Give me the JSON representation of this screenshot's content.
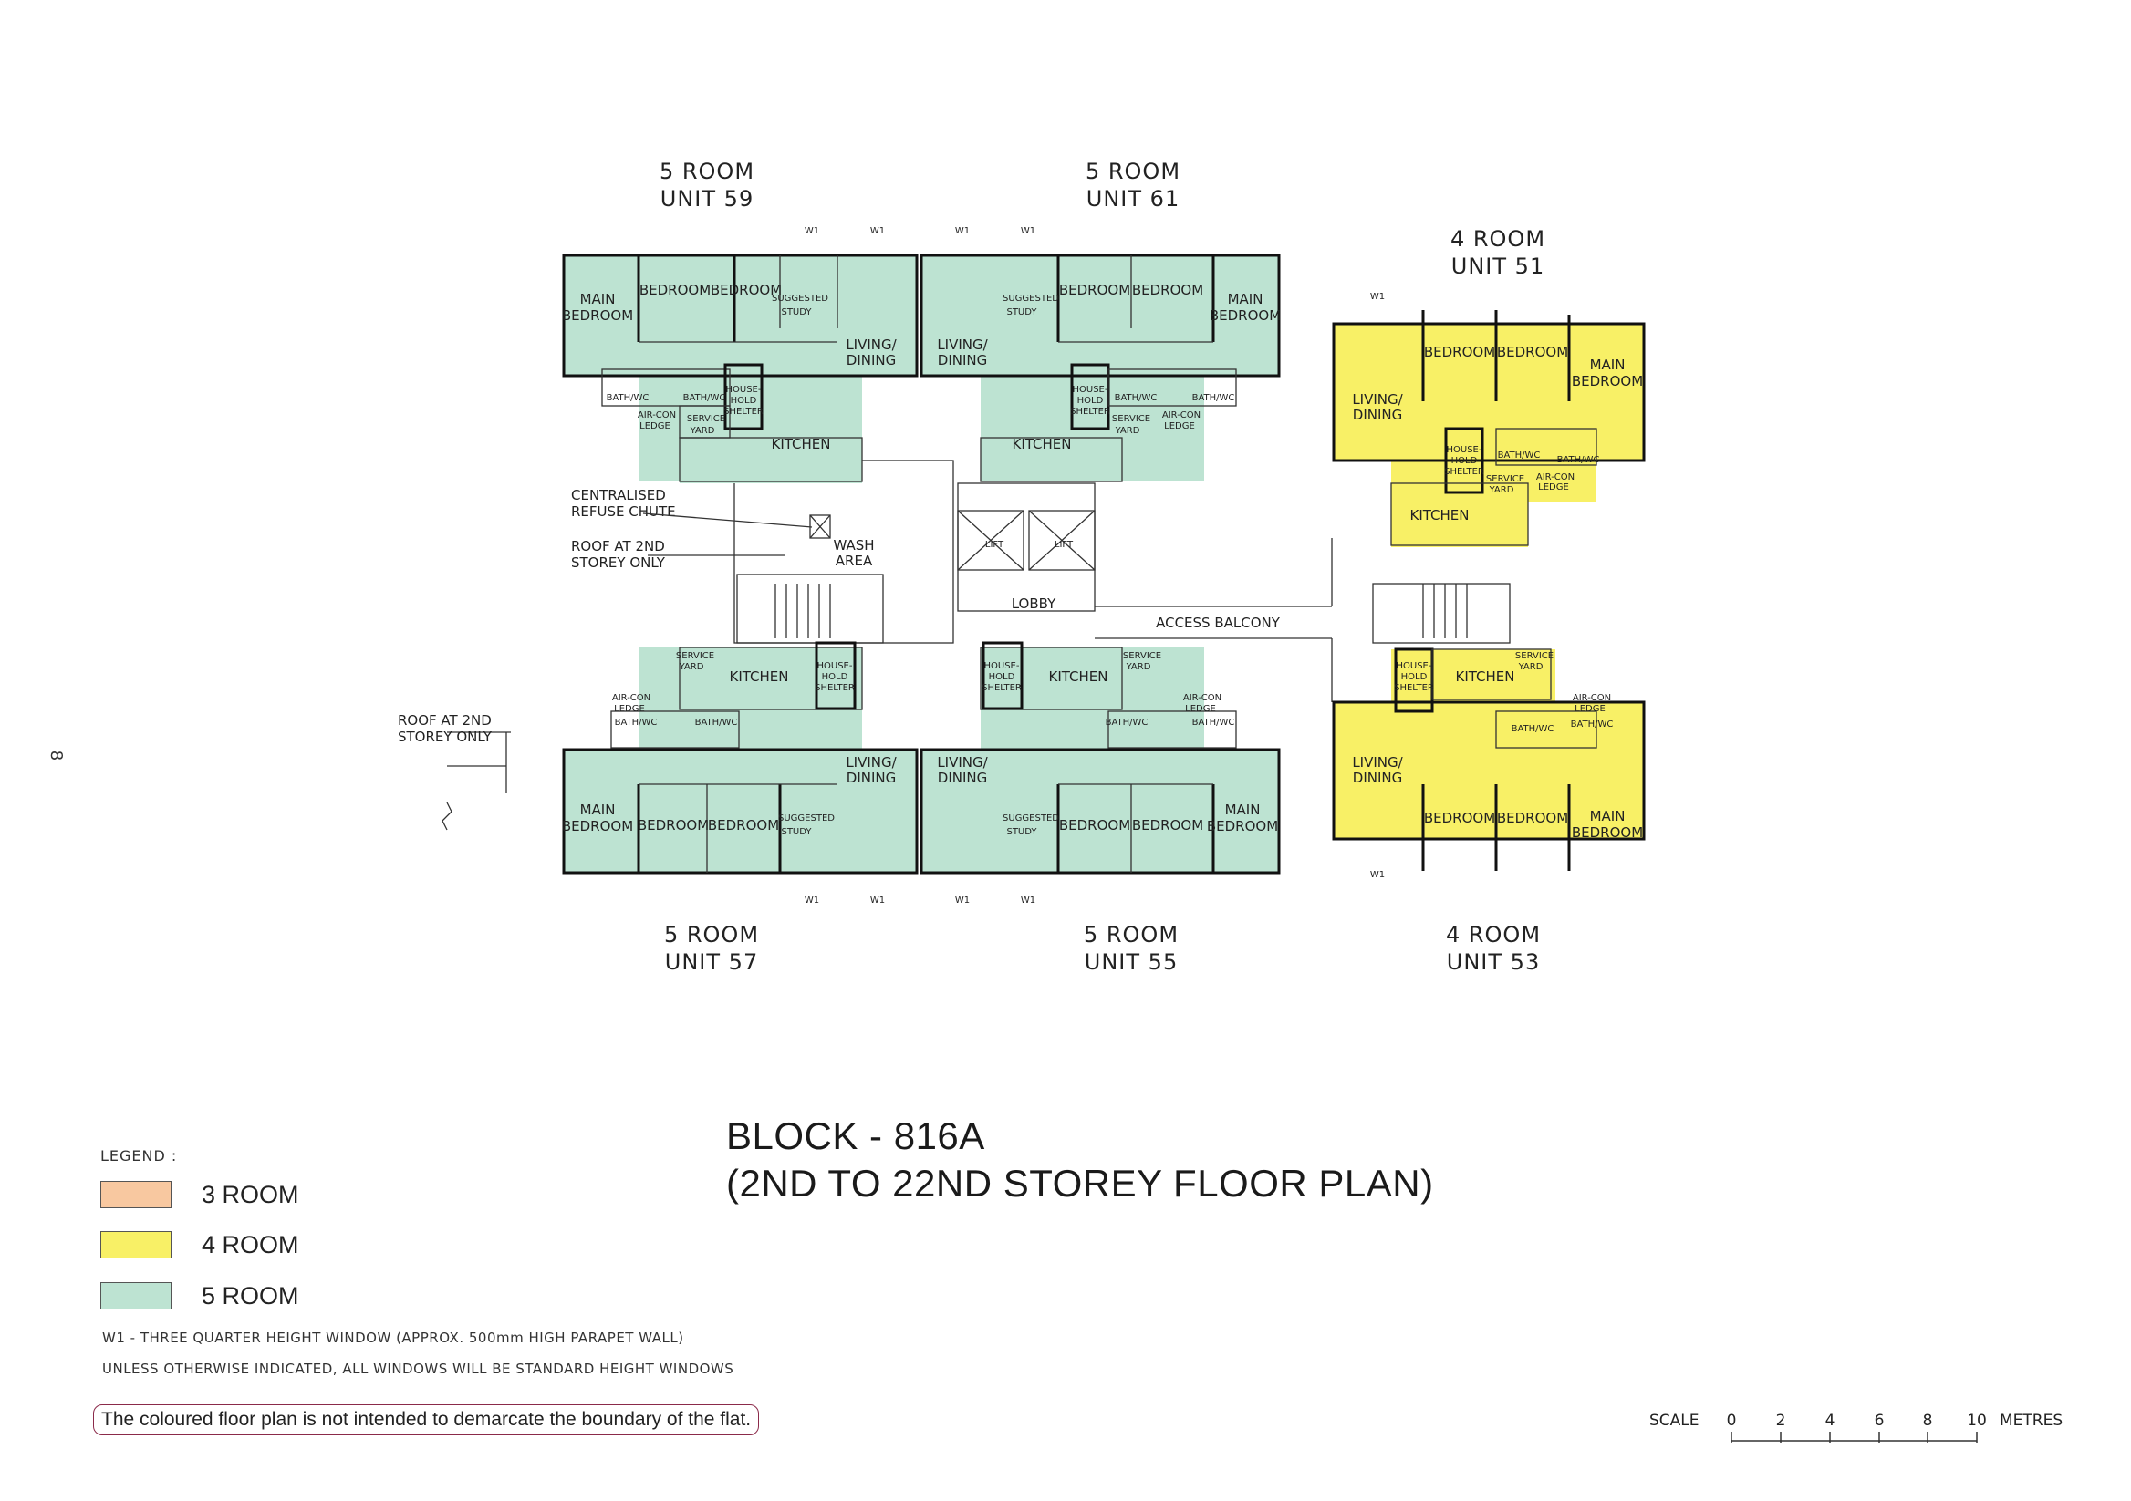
{
  "page": {
    "number": "8"
  },
  "title": {
    "line1": "BLOCK - 816A",
    "line2": "(2ND TO 22ND STOREY FLOOR PLAN)"
  },
  "colors": {
    "three_room": "#f8c8a0",
    "four_room": "#f8f066",
    "five_room": "#bde3d2",
    "background": "#ffffff"
  },
  "units": {
    "u59": {
      "type": "5 ROOM",
      "unit": "UNIT 59"
    },
    "u61": {
      "type": "5 ROOM",
      "unit": "UNIT 61"
    },
    "u51": {
      "type": "4 ROOM",
      "unit": "UNIT 51"
    },
    "u57": {
      "type": "5 ROOM",
      "unit": "UNIT 57"
    },
    "u55": {
      "type": "5 ROOM",
      "unit": "UNIT 55"
    },
    "u53": {
      "type": "4 ROOM",
      "unit": "UNIT 53"
    }
  },
  "rooms": {
    "main_bedroom_1": "MAIN",
    "main_bedroom_2": "BEDROOM",
    "bedroom": "BEDROOM",
    "study_1": "SUGGESTED",
    "study_2": "STUDY",
    "living_1": "LIVING/",
    "living_2": "DINING",
    "kitchen": "KITCHEN",
    "bath": "BATH/WC",
    "service_1": "SERVICE",
    "service_2": "YARD",
    "shelter_1": "HOUSE-",
    "shelter_2": "HOLD",
    "shelter_3": "SHELTER",
    "aircon_1": "AIR-CON",
    "aircon_2": "LEDGE",
    "window": "W1"
  },
  "core": {
    "refuse_1": "CENTRALISED",
    "refuse_2": "REFUSE CHUTE",
    "roof_1": "ROOF AT 2ND",
    "roof_2": "STOREY ONLY",
    "wash_1": "WASH",
    "wash_2": "AREA",
    "lift": "LIFT",
    "lobby": "LOBBY",
    "access_balcony": "ACCESS BALCONY"
  },
  "legend": {
    "title": "LEGEND :",
    "items": [
      {
        "label": "3 ROOM",
        "color": "#f8c8a0"
      },
      {
        "label": "4 ROOM",
        "color": "#f8f066"
      },
      {
        "label": "5 ROOM",
        "color": "#bde3d2"
      }
    ],
    "note1": "W1 - THREE QUARTER HEIGHT WINDOW (APPROX. 500mm HIGH PARAPET WALL)",
    "note2": "UNLESS OTHERWISE INDICATED, ALL WINDOWS WILL BE STANDARD HEIGHT WINDOWS"
  },
  "disclaimer": "The coloured floor plan is not intended to demarcate the boundary of the flat.",
  "scale": {
    "label": "SCALE",
    "ticks": [
      "0",
      "2",
      "4",
      "6",
      "8",
      "10"
    ],
    "unit": "METRES"
  }
}
